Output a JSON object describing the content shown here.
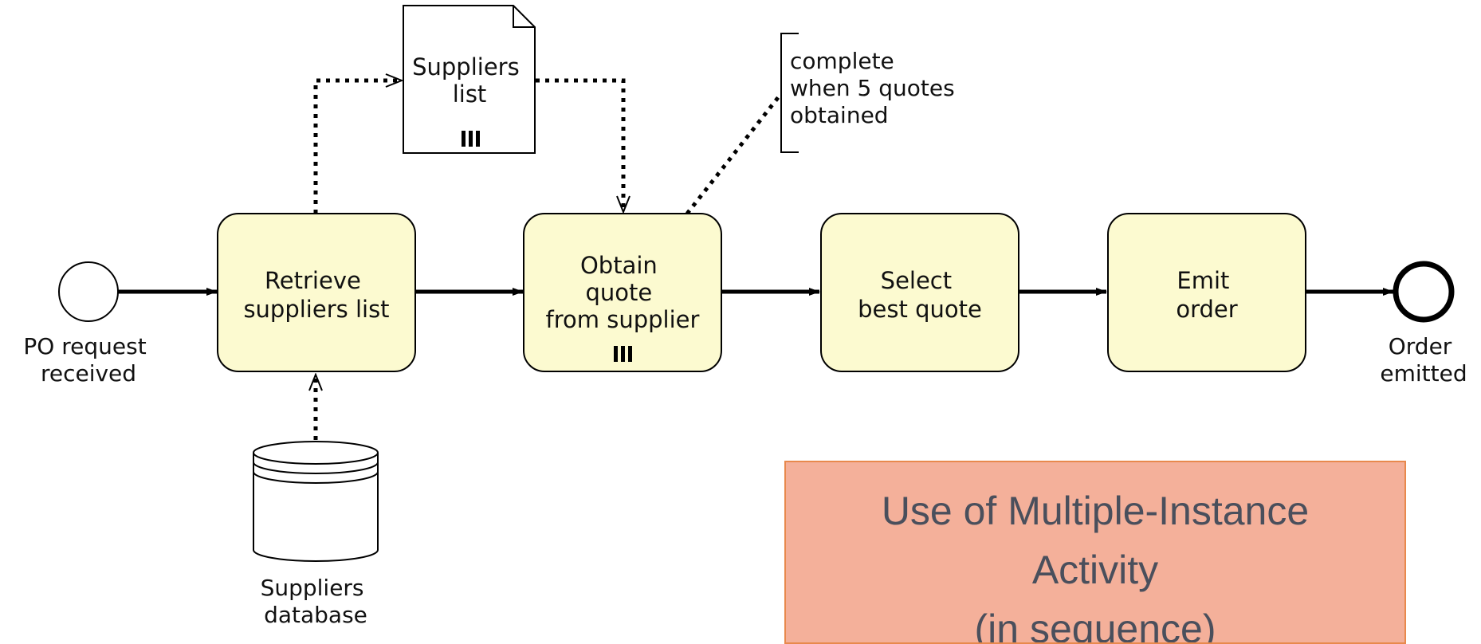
{
  "events": {
    "start": {
      "label_lines": [
        "PO request",
        "received"
      ]
    },
    "end": {
      "label_lines": [
        "Order",
        "emitted"
      ]
    }
  },
  "tasks": [
    {
      "id": "retrieve",
      "label_lines": [
        "Retrieve",
        "suppliers list"
      ],
      "multi_instance": false
    },
    {
      "id": "obtain",
      "label_lines": [
        "Obtain",
        "quote",
        "from supplier"
      ],
      "multi_instance": true
    },
    {
      "id": "select",
      "label_lines": [
        "Select",
        "best quote"
      ],
      "multi_instance": false
    },
    {
      "id": "emit",
      "label_lines": [
        "Emit",
        "order"
      ],
      "multi_instance": false
    }
  ],
  "data_object": {
    "label_lines": [
      "Suppliers",
      "list"
    ],
    "collection_marker": "III"
  },
  "data_store": {
    "label_lines": [
      "Suppliers",
      "database"
    ]
  },
  "annotation": {
    "label_lines": [
      "complete",
      "when 5 quotes",
      "obtained"
    ]
  },
  "callout": {
    "lines": [
      "Use of Multiple-Instance",
      "Activity",
      "(in sequence)"
    ]
  },
  "colors": {
    "task_fill": "#fcfad0",
    "callout_fill": "#f4b09a",
    "callout_border": "#e8894d",
    "callout_text": "#4a4f5c"
  }
}
